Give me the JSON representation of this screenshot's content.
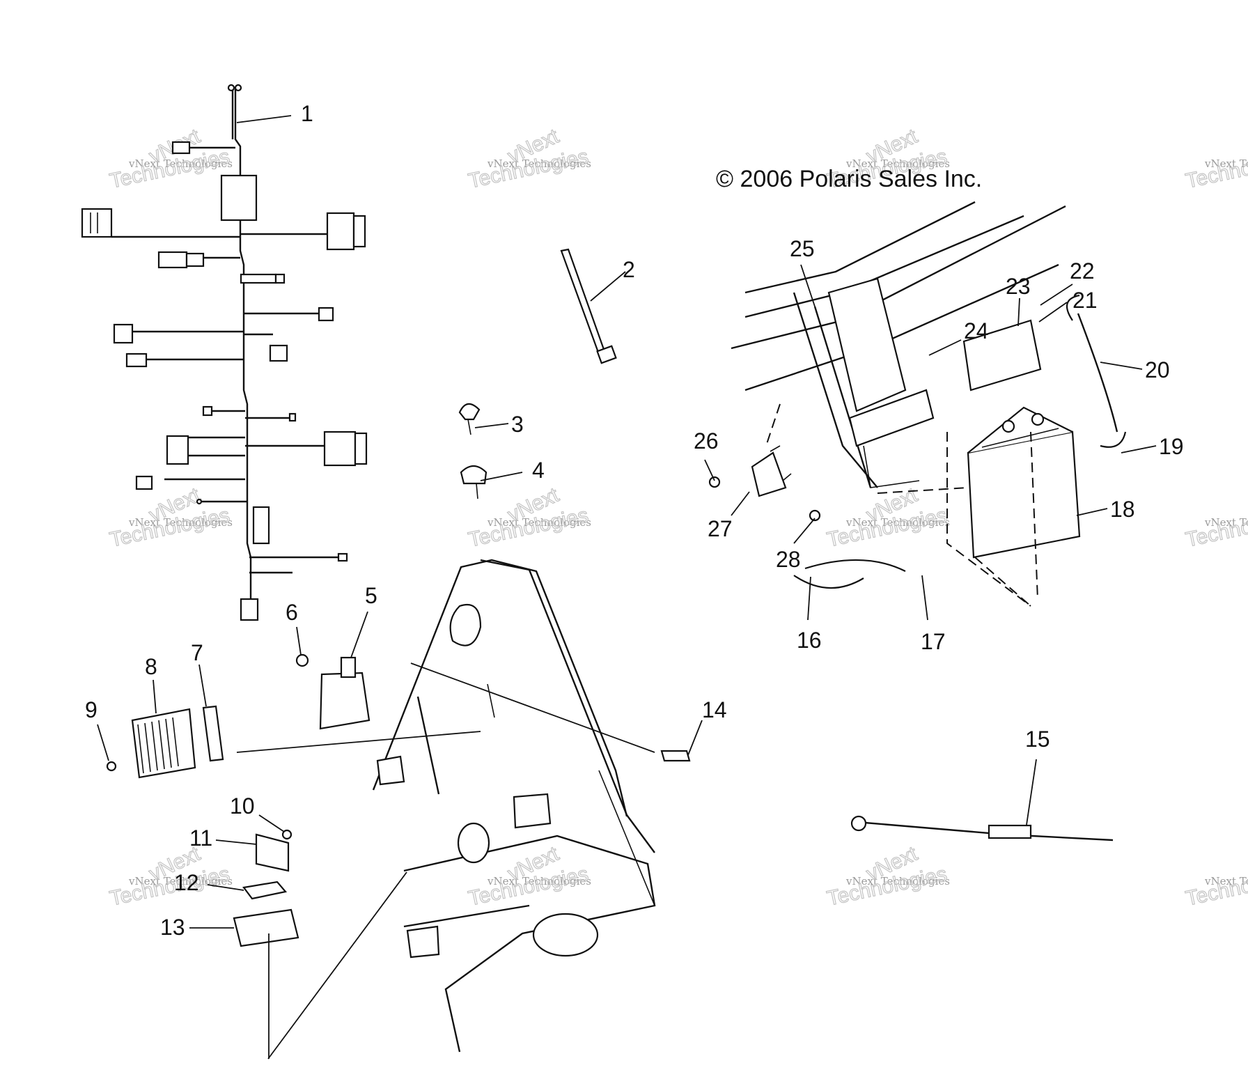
{
  "copyright": "© 2006 Polaris Sales Inc.",
  "watermark": {
    "line1": "vNext Technologies",
    "line2": "Technologies",
    "line3": "vNext"
  },
  "parts": [
    {
      "id": "1",
      "label": "1"
    },
    {
      "id": "2",
      "label": "2"
    },
    {
      "id": "3",
      "label": "3"
    },
    {
      "id": "4",
      "label": "4"
    },
    {
      "id": "5",
      "label": "5"
    },
    {
      "id": "6",
      "label": "6"
    },
    {
      "id": "7",
      "label": "7"
    },
    {
      "id": "8",
      "label": "8"
    },
    {
      "id": "9",
      "label": "9"
    },
    {
      "id": "10",
      "label": "10"
    },
    {
      "id": "11",
      "label": "11"
    },
    {
      "id": "12",
      "label": "12"
    },
    {
      "id": "13",
      "label": "13"
    },
    {
      "id": "14",
      "label": "14"
    },
    {
      "id": "15",
      "label": "15"
    },
    {
      "id": "16",
      "label": "16"
    },
    {
      "id": "17",
      "label": "17"
    },
    {
      "id": "18",
      "label": "18"
    },
    {
      "id": "19",
      "label": "19"
    },
    {
      "id": "20",
      "label": "20"
    },
    {
      "id": "21",
      "label": "21"
    },
    {
      "id": "22",
      "label": "22"
    },
    {
      "id": "23",
      "label": "23"
    },
    {
      "id": "24",
      "label": "24"
    },
    {
      "id": "25",
      "label": "25"
    },
    {
      "id": "26",
      "label": "26"
    },
    {
      "id": "27",
      "label": "27"
    },
    {
      "id": "28",
      "label": "28"
    }
  ]
}
